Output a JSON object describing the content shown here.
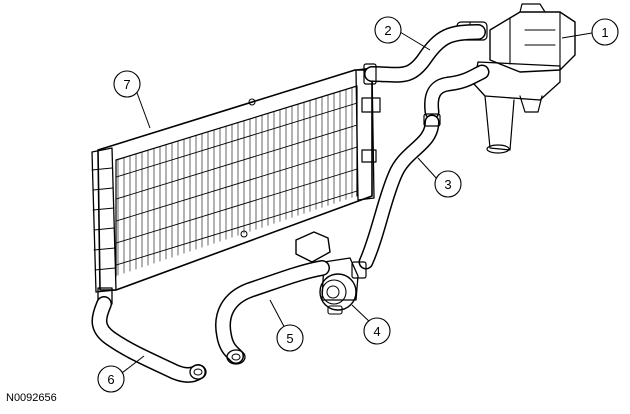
{
  "figure_id": "N0092656",
  "callouts": [
    "1",
    "2",
    "3",
    "4",
    "5",
    "6",
    "7"
  ],
  "components": {
    "1": "reservoir-assembly-icon",
    "2": "upper-hose-icon",
    "3": "reservoir-to-pump-hose-icon",
    "4": "pump-icon",
    "5": "lower-return-hose-icon",
    "6": "radiator-outlet-hose-icon",
    "7": "radiator-icon"
  }
}
